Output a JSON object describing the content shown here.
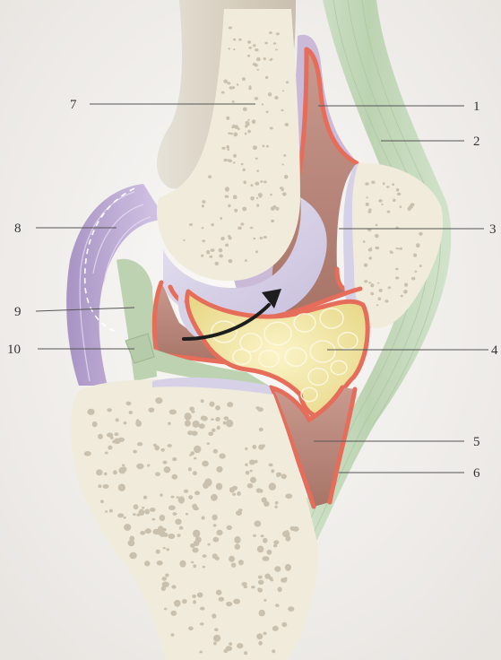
{
  "labels": {
    "l1": "1",
    "l2": "2",
    "l3": "3",
    "l4": "4",
    "l5": "5",
    "l6": "6",
    "l7": "7",
    "l8": "8",
    "l9": "9",
    "l10": "10"
  },
  "colors": {
    "background": "#f4f2ef",
    "bone": "#f1ebdc",
    "marrow": "#c9c0ad",
    "cartilage": "#d6d1e6",
    "synovial_membrane": "#e56d5a",
    "cavity": "#b9867c",
    "fat_pad": "#f2e7a4",
    "tendon": "#c8dcc0",
    "muscle_posterior": "#bfa9d6"
  },
  "icons": {
    "motion_arrow": "curved-arrow-icon"
  }
}
